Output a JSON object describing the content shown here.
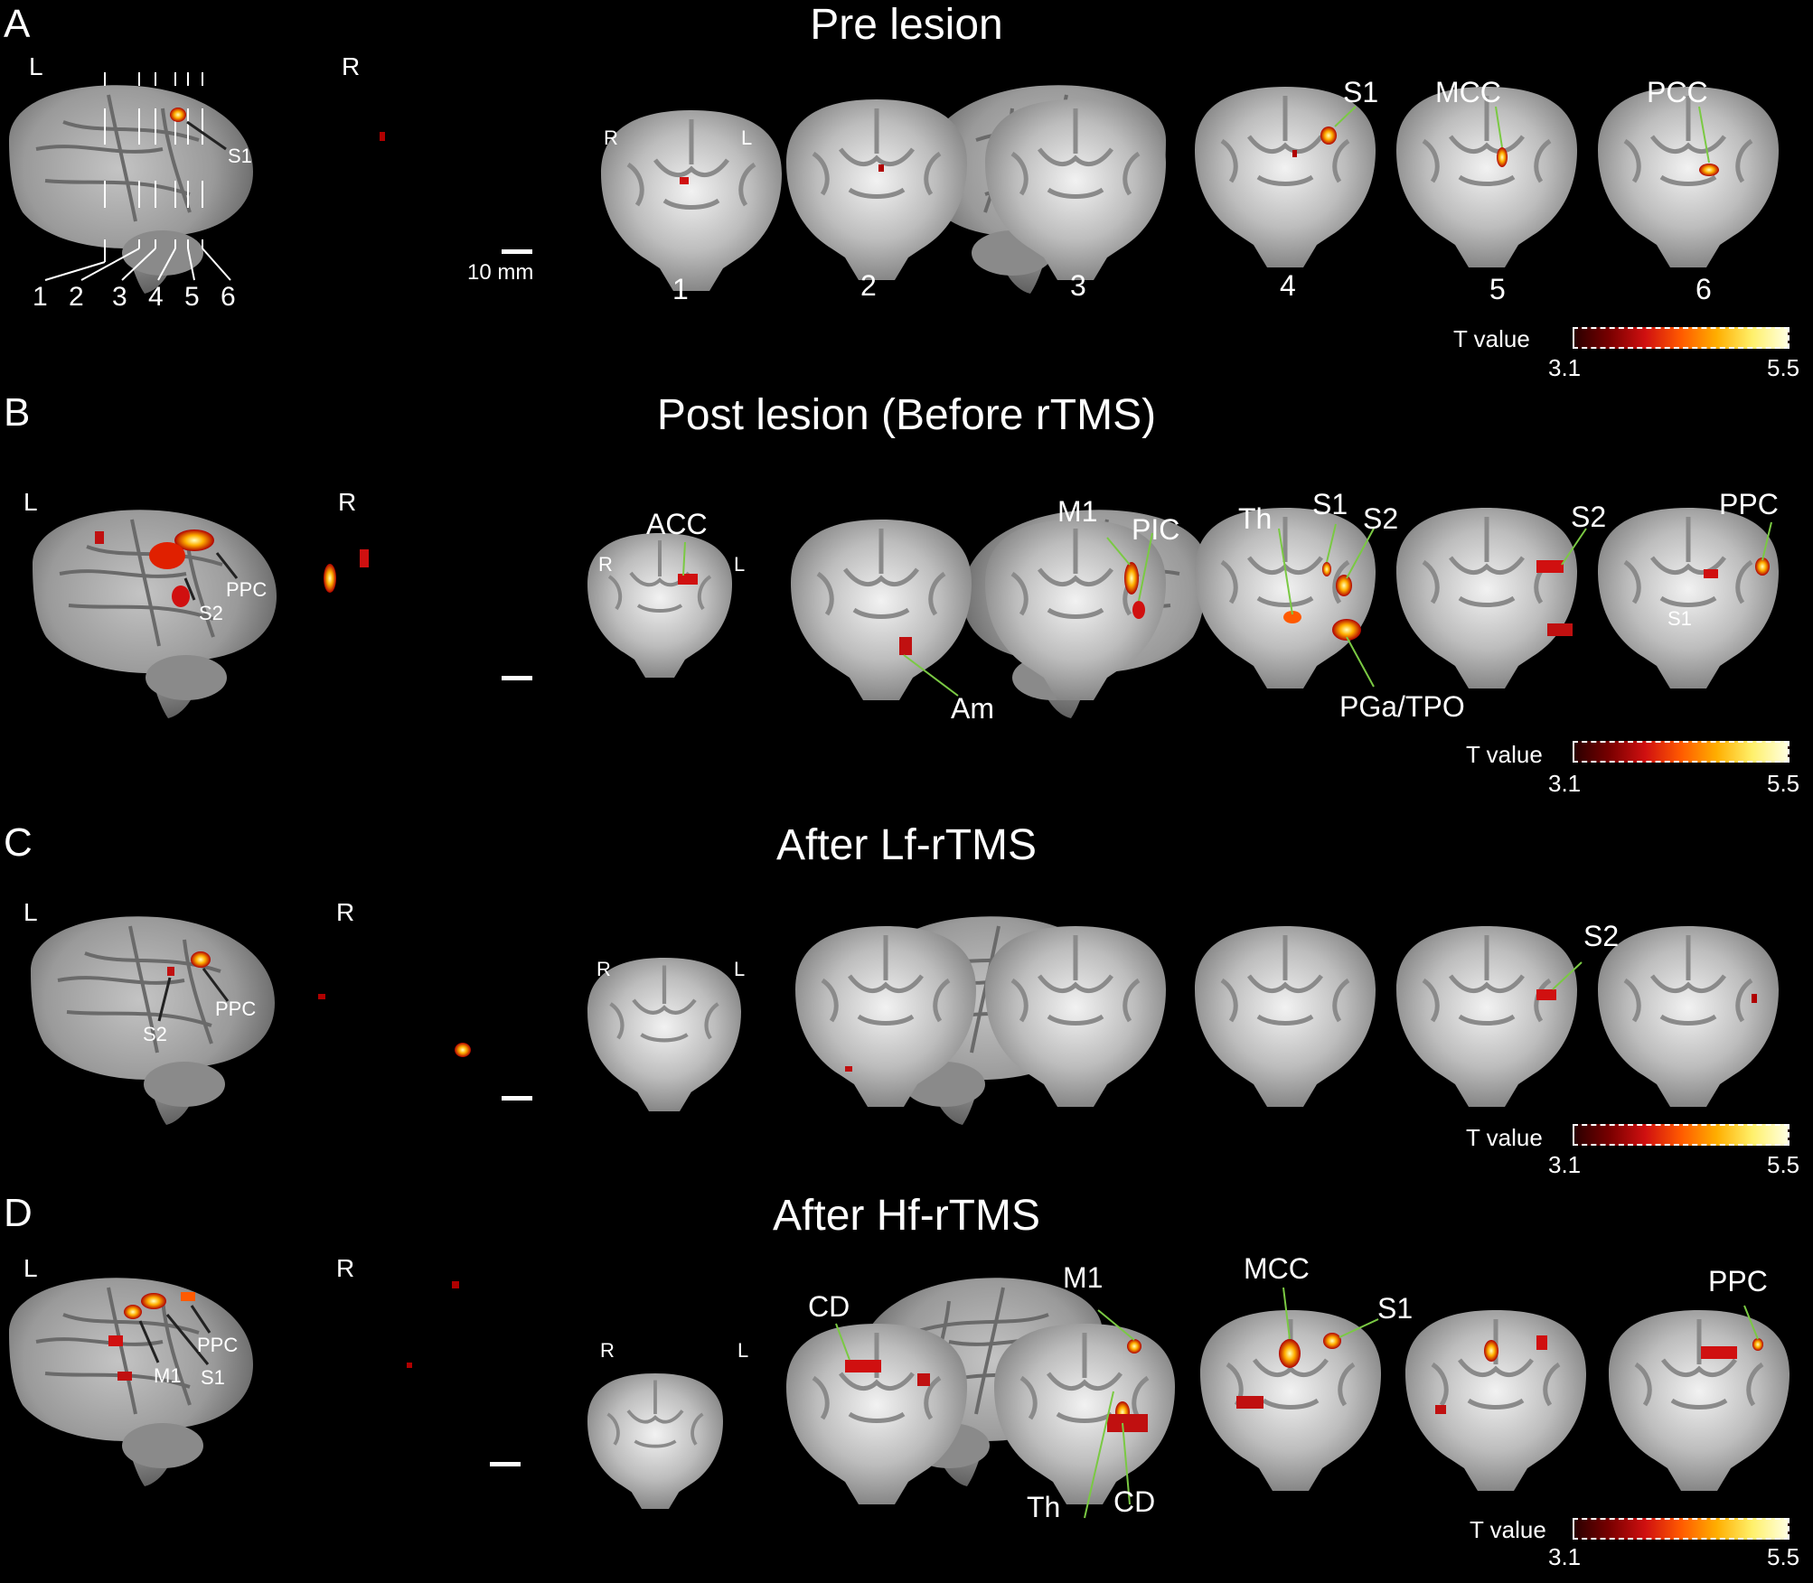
{
  "colors": {
    "background": "#000000",
    "text": "#ffffff",
    "brain": "#a8a8a8",
    "activation_low": "#8b0000",
    "activation_high": "#ffff99",
    "leader_line": "#7ac943"
  },
  "colorbar": {
    "label": "T value",
    "min": "3.1",
    "max": "5.5"
  },
  "scale": {
    "text": "10 mm"
  },
  "hemispheres": {
    "left": "L",
    "right": "R"
  },
  "slice_numbers": [
    "1",
    "2",
    "3",
    "4",
    "5",
    "6"
  ],
  "panels": [
    {
      "letter": "A",
      "title": "Pre lesion",
      "lateral_labels": [
        "S1"
      ],
      "slice_labels": [
        "S1",
        "MCC",
        "PCC"
      ]
    },
    {
      "letter": "B",
      "title": "Post lesion (Before rTMS)",
      "lateral_labels": [
        "S2",
        "PPC"
      ],
      "slice_labels": [
        "ACC",
        "Am",
        "M1",
        "PIC",
        "Th",
        "S1",
        "S2",
        "PGa/TPO",
        "S2",
        "PPC",
        "S1"
      ]
    },
    {
      "letter": "C",
      "title": "After Lf-rTMS",
      "lateral_labels": [
        "S2",
        "PPC"
      ],
      "slice_labels": [
        "S2"
      ]
    },
    {
      "letter": "D",
      "title": "After Hf-rTMS",
      "lateral_labels": [
        "M1",
        "S1",
        "PPC"
      ],
      "slice_labels": [
        "CD",
        "M1",
        "Th",
        "CD",
        "MCC",
        "S1",
        "PPC"
      ]
    }
  ]
}
